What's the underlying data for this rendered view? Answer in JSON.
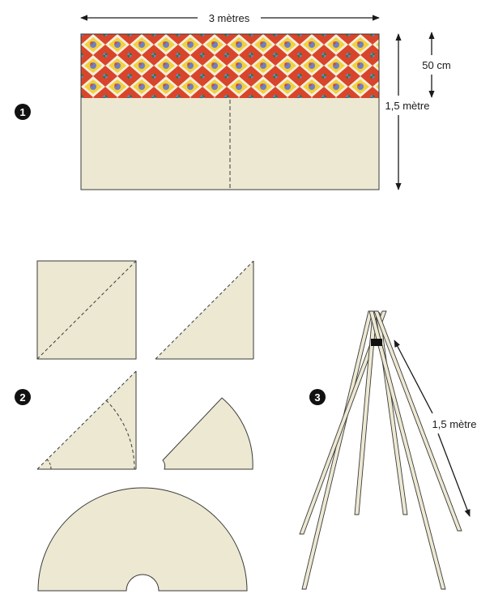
{
  "colors": {
    "fabric": "#ece8d2",
    "outline": "#3a3a3a",
    "pattern_red": "#d8452b",
    "pattern_yellow": "#f2cf3d",
    "pattern_blue": "#6f7fc4",
    "pattern_cream": "#f4efdc"
  },
  "steps": {
    "step1": {
      "badge": "1",
      "width_label": "3 mètres",
      "band_label": "50 cm",
      "height_label": "1,5 mètre"
    },
    "step2": {
      "badge": "2"
    },
    "step3": {
      "badge": "3",
      "pole_label": "1,5 mètre"
    }
  }
}
